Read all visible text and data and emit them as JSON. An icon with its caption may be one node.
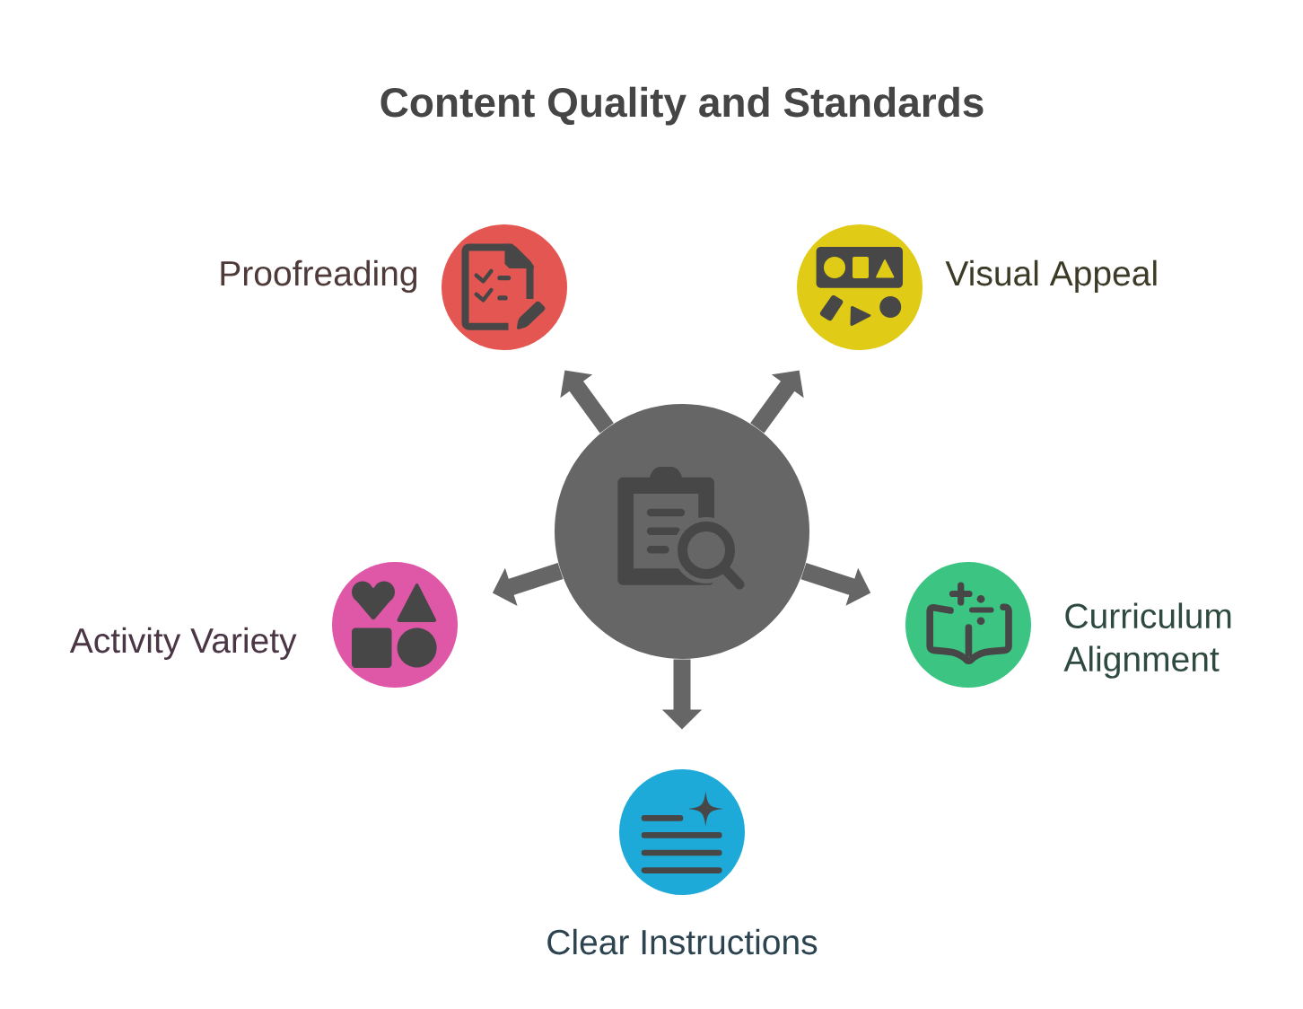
{
  "diagram": {
    "title": "Content Quality and Standards",
    "nodes": [
      {
        "text": [
          "Proofreading"
        ]
      },
      {
        "text": [
          "Visual Appeal"
        ]
      },
      {
        "text": [],
        "shape": "circle"
      },
      {
        "text": [
          "Activity Variety"
        ]
      },
      {
        "text": [
          "Curriculum Alignment"
        ]
      },
      {
        "text": [
          "Clear Instructions"
        ]
      }
    ],
    "edges": [
      {
        "from": 2,
        "to": 0,
        "arrow": "to"
      },
      {
        "from": 2,
        "to": 1,
        "arrow": "to"
      },
      {
        "from": 2,
        "to": 3,
        "arrow": "to"
      },
      {
        "from": 2,
        "to": 4,
        "arrow": "to"
      },
      {
        "from": 2,
        "to": 5,
        "arrow": "to"
      }
    ]
  }
}
